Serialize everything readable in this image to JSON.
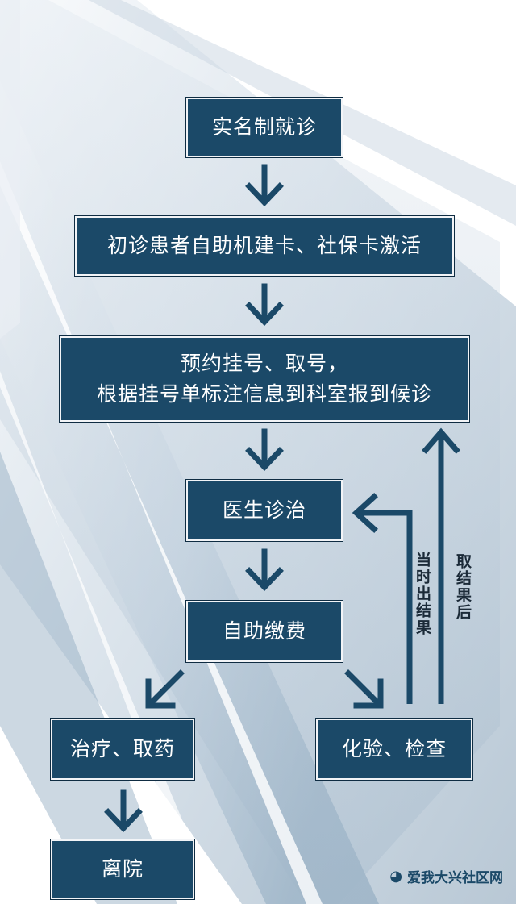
{
  "colors": {
    "box_fill": "#1b4968",
    "box_text": "#ffffff",
    "arrow": "#1b4968",
    "label_text": "#1b2a38"
  },
  "nodes": {
    "real_name": "实名制就诊",
    "card_activation": "初诊患者自助机建卡、社保卡激活",
    "register_line1": "预约挂号、取号，",
    "register_line2": "根据挂号单标注信息到科室报到候诊",
    "doctor": "医生诊治",
    "payment": "自助缴费",
    "treatment": "治疗、取药",
    "leave": "离院",
    "lab": "化验、检查"
  },
  "labels": {
    "same_time_result": "当时出结果",
    "after_result": "取结果后"
  },
  "watermark": {
    "icon": "wechat-icon",
    "text": "爱我大兴社区网"
  }
}
